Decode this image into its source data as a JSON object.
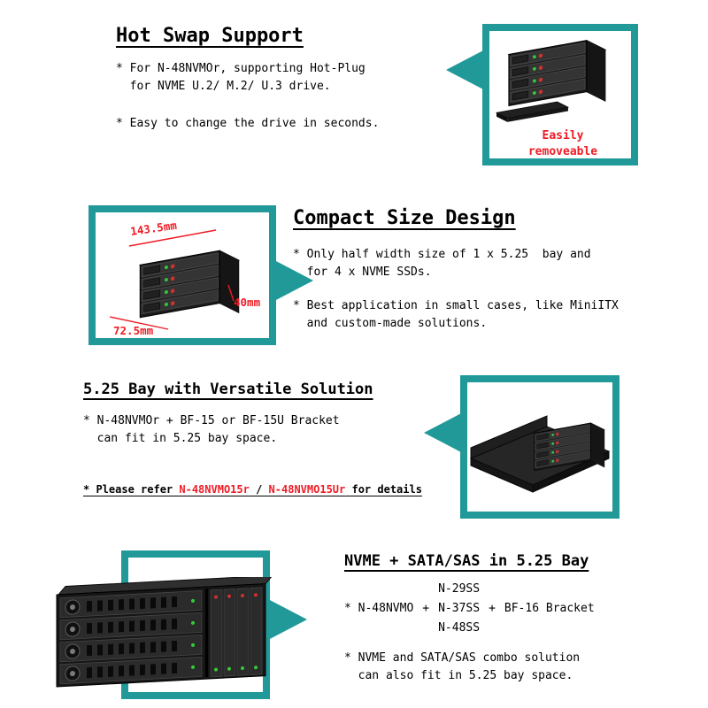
{
  "colors": {
    "teal": "#219999",
    "red": "#ee1c25",
    "text": "#000000",
    "background": "#ffffff"
  },
  "sections": {
    "hot_swap": {
      "title": "Hot Swap Support",
      "bullet1": "* For N-48NVMOr, supporting Hot-Plug\n  for NVME U.2/ M.2/ U.3 drive.",
      "bullet2": "* Easy to change the drive in seconds.",
      "callout": "Easily\nremoveable"
    },
    "compact_size": {
      "title": "Compact Size Design",
      "bullet1": "* Only half width size of 1 x 5.25  bay and\n  for 4 x NVME SSDs.",
      "bullet2": "* Best application in small cases, like MiniITX\n  and custom-made solutions.",
      "dim_width": "143.5mm",
      "dim_height": "40mm",
      "dim_depth": "72.5mm"
    },
    "versatile_bay": {
      "title": "5.25 Bay with Versatile Solution",
      "bullet1": "* N-48NVMOr + BF-15 or BF-15U Bracket\n  can fit in 5.25 bay space.",
      "note_prefix": "* Please refer ",
      "note_link1": "N-48NVMO15r",
      "note_separator": " / ",
      "note_link2": "N-48NVMO15Ur",
      "note_suffix": " for details"
    },
    "nvme_sata_combo": {
      "title": "NVME + SATA/SAS in 5.25 Bay",
      "combo_left": "* N-48NVMO",
      "combo_plus1": "+",
      "combo_options": [
        "N-29SS",
        "N-37SS",
        "N-48SS"
      ],
      "combo_plus2": "+",
      "combo_right": "BF-16 Bracket",
      "bullet1": "* NVME and SATA/SAS combo solution\n  can also fit in 5.25 bay space."
    }
  }
}
